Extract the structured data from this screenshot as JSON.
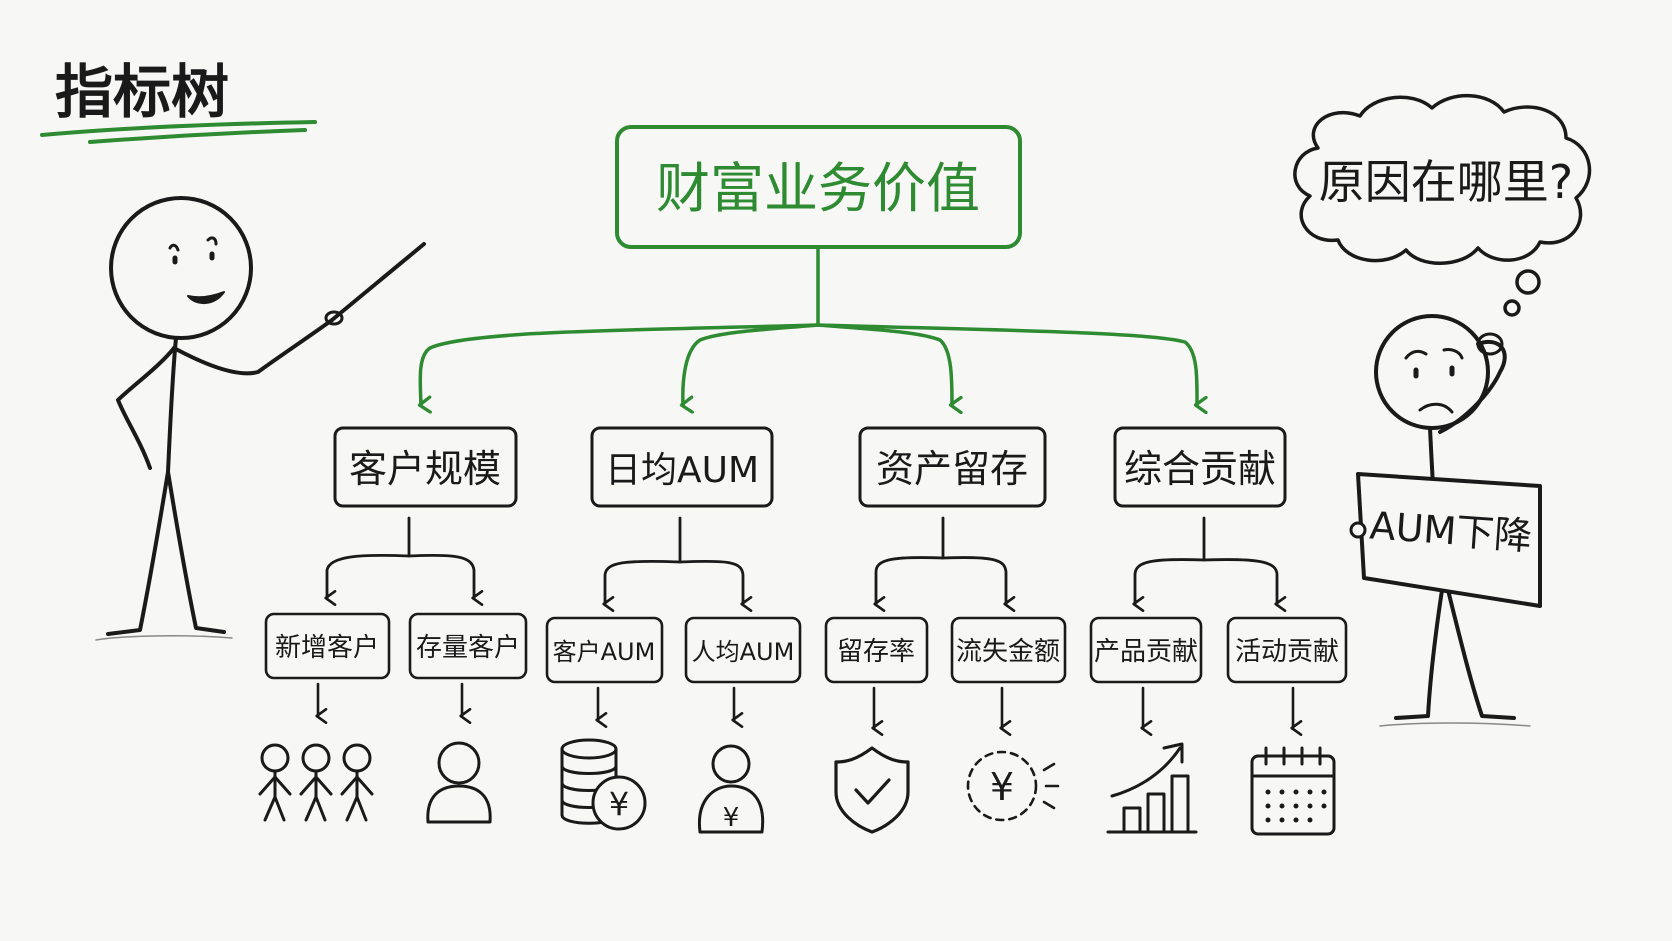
{
  "title": "指标树",
  "root": {
    "label": "财富业务价值"
  },
  "branches": [
    {
      "label": "客户规模",
      "children": [
        {
          "label": "新增客户",
          "icon": "three-people-icon"
        },
        {
          "label": "存量客户",
          "icon": "person-icon"
        }
      ]
    },
    {
      "label": "日均AUM",
      "children": [
        {
          "label": "客户AUM",
          "icon": "coin-stack-yen-icon"
        },
        {
          "label": "人均AUM",
          "icon": "person-yen-icon"
        }
      ]
    },
    {
      "label": "资产留存",
      "children": [
        {
          "label": "留存率",
          "icon": "shield-check-icon"
        },
        {
          "label": "流失金额",
          "icon": "yen-outflow-icon"
        }
      ]
    },
    {
      "label": "综合贡献",
      "children": [
        {
          "label": "产品贡献",
          "icon": "growth-chart-icon"
        },
        {
          "label": "活动贡献",
          "icon": "calendar-icon"
        }
      ]
    }
  ],
  "thought_bubble": {
    "text": "原因在哪里?"
  },
  "sign": {
    "text": "AUM下降"
  },
  "colors": {
    "accent": "#2e8b32",
    "ink": "#1a1a1a",
    "background": "#f7f7f6"
  }
}
